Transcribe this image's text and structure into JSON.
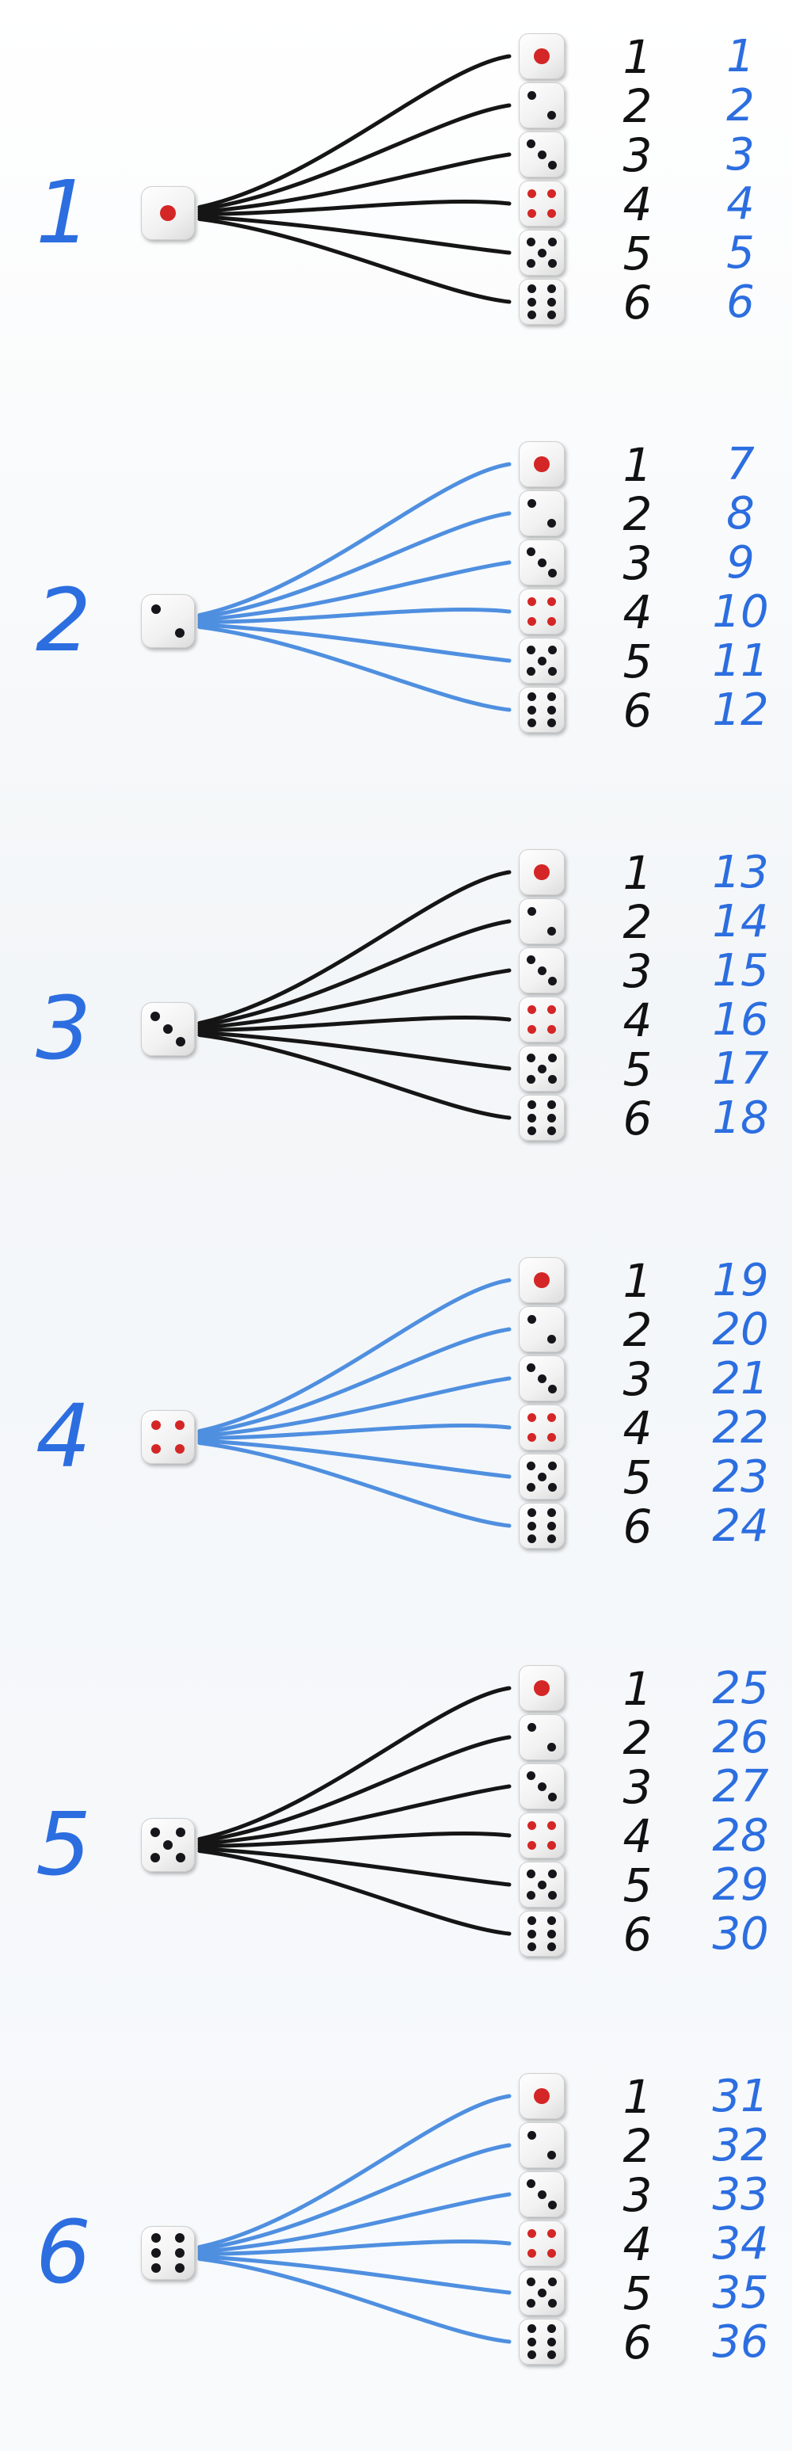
{
  "colors": {
    "background": "#f7f9fb",
    "blue_ink": "#2c6ee0",
    "black_ink": "#111111",
    "pip_black": "#15151a",
    "pip_red": "#d42626",
    "line_black": "#151515",
    "line_blue": "#4f8fe0"
  },
  "groups": [
    {
      "label": "1",
      "first_die": 1,
      "line_color": "black",
      "rows": [
        {
          "second": "1",
          "total": "1"
        },
        {
          "second": "2",
          "total": "2"
        },
        {
          "second": "3",
          "total": "3"
        },
        {
          "second": "4",
          "total": "4"
        },
        {
          "second": "5",
          "total": "5"
        },
        {
          "second": "6",
          "total": "6"
        }
      ]
    },
    {
      "label": "2",
      "first_die": 2,
      "line_color": "blue",
      "rows": [
        {
          "second": "1",
          "total": "7"
        },
        {
          "second": "2",
          "total": "8"
        },
        {
          "second": "3",
          "total": "9"
        },
        {
          "second": "4",
          "total": "10"
        },
        {
          "second": "5",
          "total": "11"
        },
        {
          "second": "6",
          "total": "12"
        }
      ]
    },
    {
      "label": "3",
      "first_die": 3,
      "line_color": "black",
      "rows": [
        {
          "second": "1",
          "total": "13"
        },
        {
          "second": "2",
          "total": "14"
        },
        {
          "second": "3",
          "total": "15"
        },
        {
          "second": "4",
          "total": "16"
        },
        {
          "second": "5",
          "total": "17"
        },
        {
          "second": "6",
          "total": "18"
        }
      ]
    },
    {
      "label": "4",
      "first_die": 4,
      "line_color": "blue",
      "rows": [
        {
          "second": "1",
          "total": "19"
        },
        {
          "second": "2",
          "total": "20"
        },
        {
          "second": "3",
          "total": "21"
        },
        {
          "second": "4",
          "total": "22"
        },
        {
          "second": "5",
          "total": "23"
        },
        {
          "second": "6",
          "total": "24"
        }
      ]
    },
    {
      "label": "5",
      "first_die": 5,
      "line_color": "black",
      "rows": [
        {
          "second": "1",
          "total": "25"
        },
        {
          "second": "2",
          "total": "26"
        },
        {
          "second": "3",
          "total": "27"
        },
        {
          "second": "4",
          "total": "28"
        },
        {
          "second": "5",
          "total": "29"
        },
        {
          "second": "6",
          "total": "30"
        }
      ]
    },
    {
      "label": "6",
      "first_die": 6,
      "line_color": "blue",
      "rows": [
        {
          "second": "1",
          "total": "31"
        },
        {
          "second": "2",
          "total": "32"
        },
        {
          "second": "3",
          "total": "33"
        },
        {
          "second": "4",
          "total": "34"
        },
        {
          "second": "5",
          "total": "35"
        },
        {
          "second": "6",
          "total": "36"
        }
      ]
    }
  ]
}
